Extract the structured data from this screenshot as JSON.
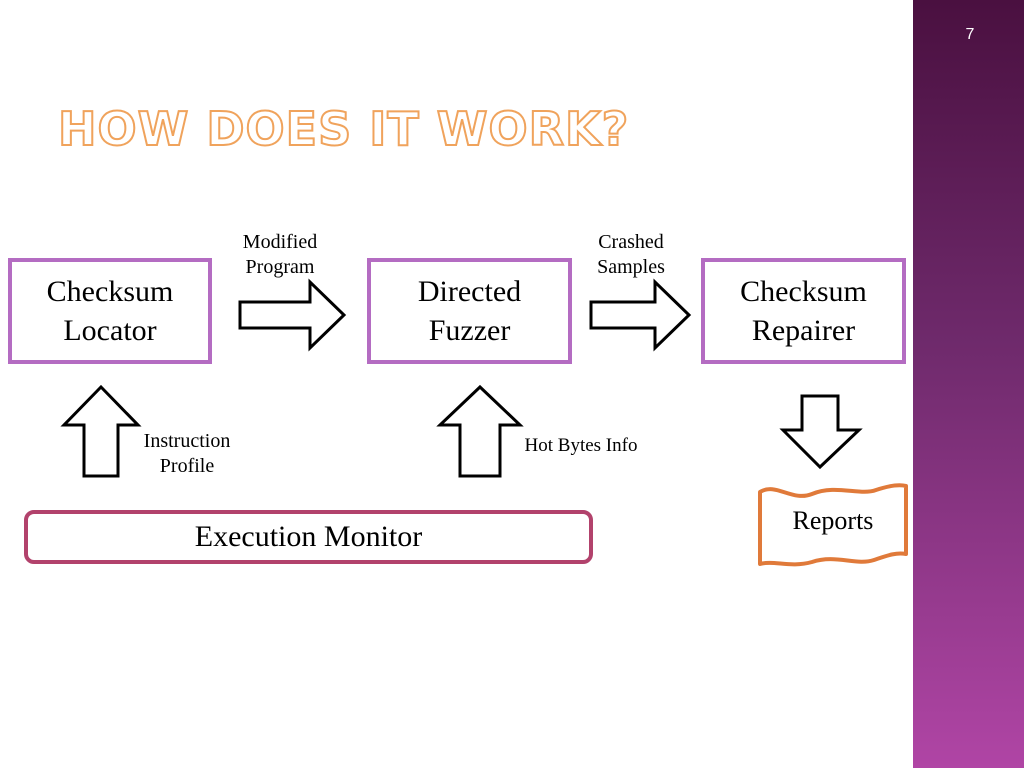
{
  "slide": {
    "number": "7",
    "title": "HOW DOES IT WORK?"
  },
  "boxes": {
    "checksum_locator": "Checksum\nLocator",
    "directed_fuzzer": "Directed\nFuzzer",
    "checksum_repairer": "Checksum\nRepairer"
  },
  "labels": {
    "modified_program": "Modified\nProgram",
    "crashed_samples": "Crashed\nSamples",
    "instruction_profile": "Instruction\nProfile",
    "hot_bytes_info": "Hot Bytes Info"
  },
  "execution_monitor": "Execution Monitor",
  "reports": "Reports",
  "colors": {
    "box_border": "#b46cc2",
    "monitor_border": "#b2426c",
    "reports_border": "#e07a3a",
    "title_outline": "#f0a35c",
    "side_band": "#6b2466"
  }
}
